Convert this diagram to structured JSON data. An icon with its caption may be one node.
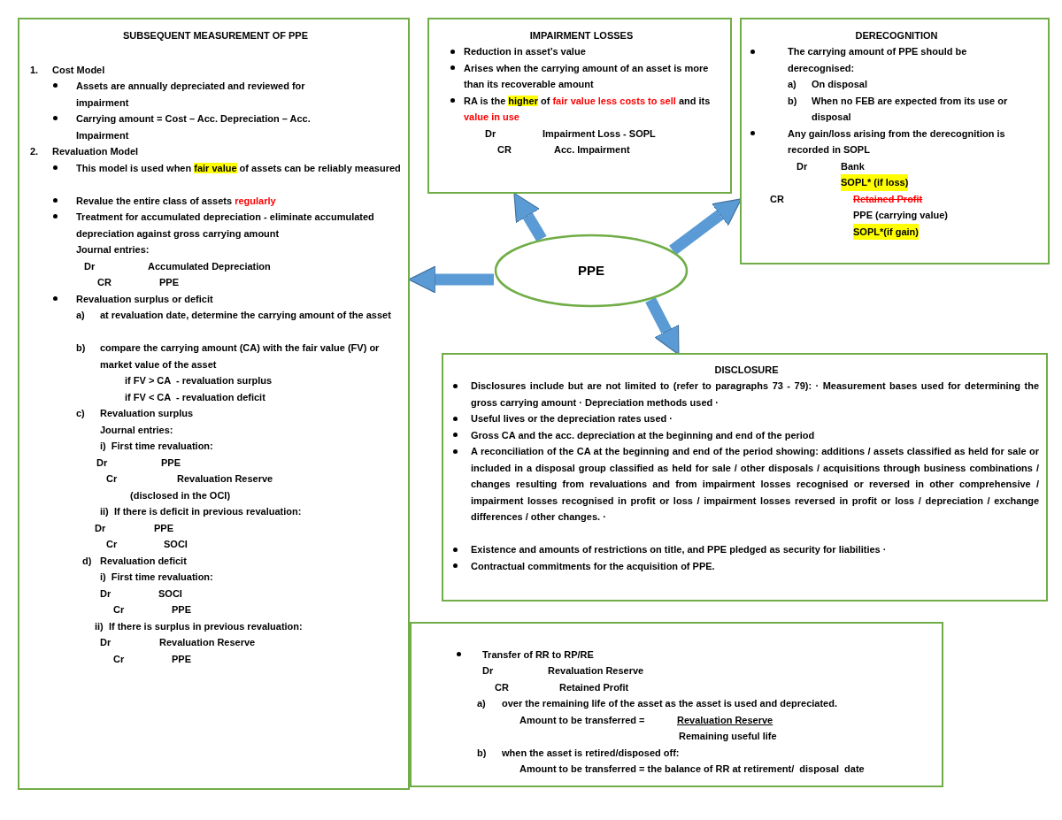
{
  "diagram": {
    "nodes": [
      {
        "text": [
          "SUBSEQUENT MEASUREMENT OF PPE",
          "1.",
          "Cost Model",
          "Assets are annually depreciated and reviewed for impairment",
          "Carrying amount = Cost – Acc. Depreciation – Acc. Impairment",
          "2.",
          "Revaluation Model",
          "This model is used when **fair value** of assets can be reliably measured",
          "Revalue the entire class of assets *regularly*",
          "Treatment for accumulated depreciation - eliminate accumulated depreciation against gross carrying amount",
          "Journal entries:",
          "Dr",
          "Accumulated Depreciation",
          "CR",
          "PPE",
          "Revaluation surplus or deficit",
          "a)",
          "at revaluation date, determine the carrying amount of the asset",
          "b)",
          "compare the carrying amount (CA) with the fair value (FV) or market value of the asset",
          "if FV > CA  - revaluation surplus",
          "if FV < CA  - revaluation deficit",
          "c)",
          "Revaluation surplus",
          "Journal entries:",
          "i)  First time revaluation:",
          "Dr",
          "PPE",
          "Cr",
          "Revaluation Reserve",
          "(disclosed in the OCI)",
          "ii)  If there is deficit in previous revaluation:",
          "Dr",
          "PPE",
          "Cr",
          "SOCI",
          "d)",
          "Revaluation deficit",
          "i)  First time revaluation:",
          "Dr",
          "SOCI",
          "Cr",
          "PPE",
          "ii)  If there is surplus in previous revaluation:",
          "Dr",
          "Revaluation Reserve",
          "Cr",
          "PPE"
        ]
      },
      {
        "text": [
          "IMPAIRMENT LOSSES",
          "Reduction in asset’s value",
          "Arises when the carrying amount of an asset is more than its recoverable amount",
          "RA is the **higher** of *fair value less costs to sell* and its *value in use*",
          "Dr",
          "Impairment Loss - SOPL",
          "CR",
          "Acc. Impairment"
        ]
      },
      {
        "text": [
          "DERECOGNITION",
          "The carrying amount of PPE should be derecognised:",
          "a)",
          "On disposal",
          "b)",
          "When no FEB are expected from its use or disposal",
          "Any gain/loss arising from the derecognition is recorded in SOPL",
          "Dr",
          "Bank",
          "SOPL* (if loss)",
          "CR",
          "Retained Profit",
          "PPE (carrying value)",
          "SOPL*(if gain)"
        ]
      },
      {
        "text": [
          "PPE"
        ]
      },
      {
        "text": [
          "DISCLOSURE",
          "Disclosures include but are not limited to (refer to paragraphs 73 - 79): · Measurement bases used for determining the gross carrying amount · Depreciation methods used ·",
          "Useful lives or the depreciation rates used ·",
          "Gross CA and the acc. depreciation at the beginning and end of the period",
          "A reconciliation of the CA at the beginning and end of the period showing: additions / assets classified as held for sale or included in a disposal group classified as held for sale / other disposals / acquisitions through business combinations / changes resulting from revaluations and from impairment losses recognised or reversed in other comprehensive / impairment losses recognised in profit or loss / impairment losses reversed in profit or loss / depreciation / exchange differences / other changes. ·",
          "Existence and amounts of restrictions on title, and PPE pledged as security for liabilities ·",
          "Contractual commitments for the acquisition of PPE."
        ]
      },
      {
        "text": [
          "Transfer of RR to RP/RE",
          "Dr",
          "Revaluation Reserve",
          "CR",
          "Retained Profit",
          "a)",
          "over the remaining life of the asset as the asset is used and depreciated.",
          "Amount to be transferred =",
          "Revaluation Reserve",
          "Remaining useful life",
          "b)",
          "when the asset is retired/disposed off:",
          "Amount to be transferred = the balance of RR at retirement/  disposal  date"
        ]
      }
    ],
    "edges": [
      {
        "from": 3,
        "to": 0,
        "arrow": "to"
      },
      {
        "from": 3,
        "to": 1,
        "arrow": "to"
      },
      {
        "from": 3,
        "to": 2,
        "arrow": "to"
      },
      {
        "from": 3,
        "to": 4,
        "arrow": "to"
      }
    ]
  }
}
